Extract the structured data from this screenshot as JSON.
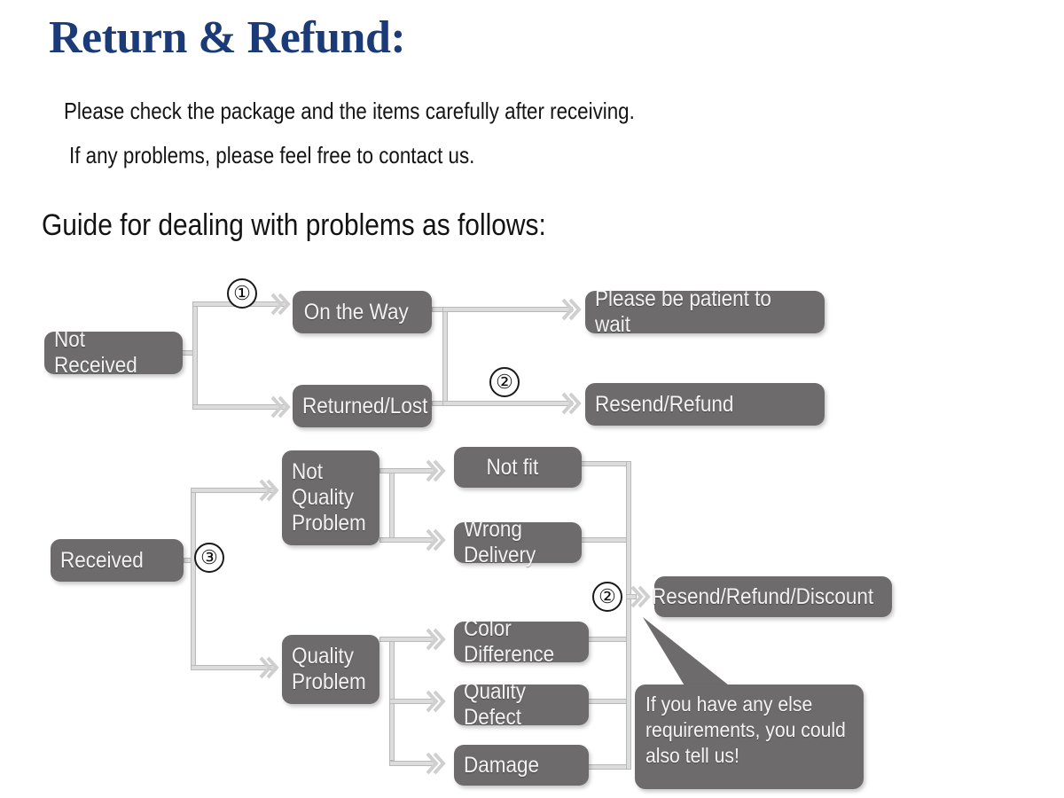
{
  "header": {
    "title": "Return & Refund:",
    "intro_line_1": "Please check the package and the items carefully after receiving.",
    "intro_line_2": "If any problems, please feel free to contact us.",
    "section_heading": "Guide for dealing with problems as follows:"
  },
  "colors": {
    "title": "#1b3b78",
    "node_fill": "#6d6b6b",
    "node_text": "#f2f2f2",
    "connector": "#dcdcdc",
    "connector_border": "#b9b9b9",
    "page_background": "#ffffff"
  },
  "flowchart": {
    "branch_not_received": {
      "root": "Not Received",
      "step_marker": "①",
      "states": [
        {
          "label": "On the Way",
          "outcome": "Please be patient to wait"
        },
        {
          "label": "Returned/Lost",
          "outcome": "Resend/Refund"
        }
      ],
      "outcome_step_marker": "②"
    },
    "branch_received": {
      "root": "Received",
      "step_marker": "③",
      "categories": [
        {
          "label": "Not\nQuality\nProblem",
          "issues": [
            "Not fit",
            "Wrong Delivery"
          ]
        },
        {
          "label": "Quality\nProblem",
          "issues": [
            "Color Difference",
            "Quality Defect",
            "Damage"
          ]
        }
      ],
      "outcome_step_marker": "②",
      "outcome": "Resend/Refund/Discount"
    },
    "callout": "If you have any else requirements, you could also tell us!"
  }
}
